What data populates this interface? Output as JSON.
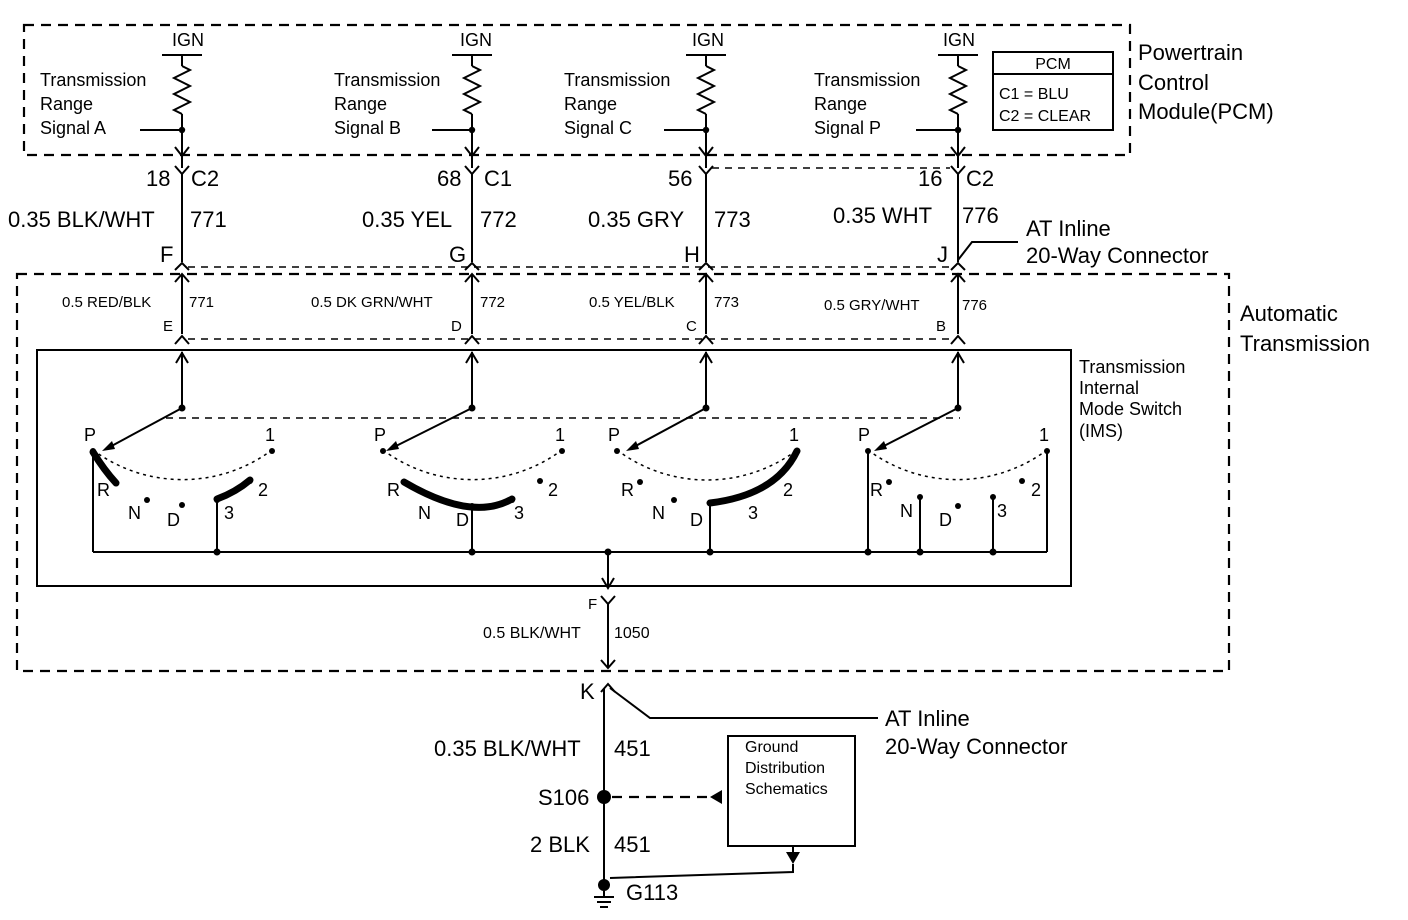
{
  "pcm": {
    "title_lines": [
      "Powertrain",
      "Control",
      "Module(PCM)"
    ],
    "box_title": "PCM",
    "box_lines": [
      "C1 = BLU",
      "C2 = CLEAR"
    ]
  },
  "ign_label": "IGN",
  "signals": [
    {
      "lines": [
        "Transmission",
        "Range",
        "Signal A"
      ],
      "pin": "18",
      "conn": "C2",
      "wire_size_color": "0.35 BLK/WHT",
      "circuit": "771",
      "inline_pin": "F",
      "trans_wire": "0.5 RED/BLK",
      "trans_circuit": "771",
      "trans_pin": "E"
    },
    {
      "lines": [
        "Transmission",
        "Range",
        "Signal B"
      ],
      "pin": "68",
      "conn": "C1",
      "wire_size_color": "0.35 YEL",
      "circuit": "772",
      "inline_pin": "G",
      "trans_wire": "0.5 DK GRN/WHT",
      "trans_circuit": "772",
      "trans_pin": "D"
    },
    {
      "lines": [
        "Transmission",
        "Range",
        "Signal C"
      ],
      "pin": "56",
      "conn": "",
      "wire_size_color": "0.35 GRY",
      "circuit": "773",
      "inline_pin": "H",
      "trans_wire": "0.5 YEL/BLK",
      "trans_circuit": "773",
      "trans_pin": "C"
    },
    {
      "lines": [
        "Transmission",
        "Range",
        "Signal P"
      ],
      "pin": "16",
      "conn": "C2",
      "wire_size_color": "0.35 WHT",
      "circuit": "776",
      "inline_pin": "J",
      "trans_wire": "0.5 GRY/WHT",
      "trans_circuit": "776",
      "trans_pin": "B"
    }
  ],
  "inline_connector": {
    "lines": [
      "AT Inline",
      "20-Way Connector"
    ]
  },
  "automatic_transmission": {
    "lines": [
      "Automatic",
      "Transmission"
    ]
  },
  "ims": {
    "lines": [
      "Transmission",
      "Internal",
      "Mode Switch",
      "(IMS)"
    ]
  },
  "gear_labels": {
    "p": "P",
    "r": "R",
    "n": "N",
    "d": "D",
    "three": "3",
    "two": "2",
    "one": "1"
  },
  "ground_path": {
    "trans_pin": "F",
    "trans_wire": "0.5 BLK/WHT",
    "trans_circuit": "1050",
    "inline_pin": "K",
    "inline_lines": [
      "AT Inline",
      "20-Way Connector"
    ],
    "wire1": "0.35 BLK/WHT",
    "wire1_circuit": "451",
    "splice": "S106",
    "wire2": "2 BLK",
    "wire2_circuit": "451",
    "ground": "G113"
  },
  "ground_distribution": {
    "lines": [
      "Ground",
      "Distribution",
      "Schematics"
    ]
  }
}
